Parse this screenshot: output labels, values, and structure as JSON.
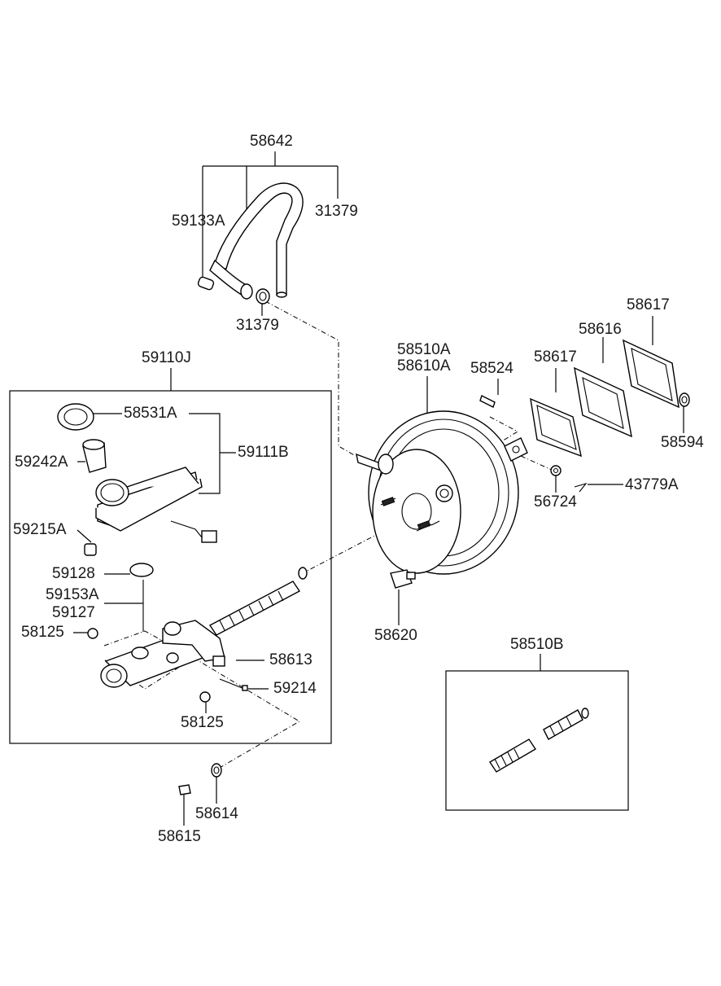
{
  "diagram": {
    "labels": {
      "l58642": "58642",
      "l59133A": "59133A",
      "l31379a": "31379",
      "l31379b": "31379",
      "l59110J": "59110J",
      "l58531A": "58531A",
      "l59242A": "59242A",
      "l59111B": "59111B",
      "l59215A": "59215A",
      "l59128": "59128",
      "l59153A": "59153A",
      "l59127": "59127",
      "l58125a": "58125",
      "l58125b": "58125",
      "l58613": "58613",
      "l59214": "59214",
      "l58614": "58614",
      "l58615": "58615",
      "l58510A": "58510A",
      "l58610A": "58610A",
      "l58524": "58524",
      "l58617a": "58617",
      "l58616": "58616",
      "l58617b": "58617",
      "l58594": "58594",
      "l56724": "56724",
      "l43779A": "43779A",
      "l58620": "58620",
      "l58510B": "58510B"
    }
  }
}
